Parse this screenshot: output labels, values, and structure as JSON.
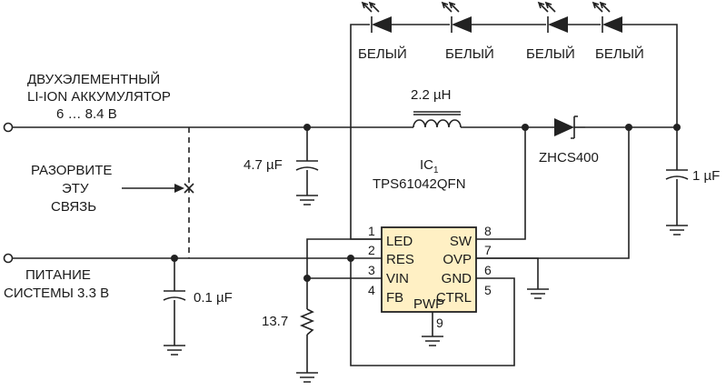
{
  "inputs": {
    "battery_line1": "ДВУХЭЛЕМЕНТНЫЙ",
    "battery_line2": "LI-ION АККУМУЛЯТОР",
    "battery_voltage": "6 … 8.4 В",
    "system_line1": "ПИТАНИЕ",
    "system_line2": "СИСТЕМЫ 3.3 В"
  },
  "note": {
    "line1": "РАЗОРВИТЕ",
    "line2": "ЭТУ",
    "line3": "СВЯЗЬ"
  },
  "leds": [
    {
      "label": "БЕЛЫЙ"
    },
    {
      "label": "БЕЛЫЙ"
    },
    {
      "label": "БЕЛЫЙ"
    },
    {
      "label": "БЕЛЫЙ"
    }
  ],
  "components": {
    "inductor": "2.2 µH",
    "cap_in": "4.7 µF",
    "cap_out": "1 µF",
    "cap_sys": "0.1 µF",
    "resistor": "13.7",
    "diode": "ZHCS400"
  },
  "ic": {
    "designator": "IC",
    "designator_sub": "1",
    "part": "TPS61042QFN",
    "pwp": "PWP",
    "pwp_pin": "9",
    "left_pins": [
      {
        "num": "1",
        "name": "LED"
      },
      {
        "num": "2",
        "name": "RES"
      },
      {
        "num": "3",
        "name": "VIN"
      },
      {
        "num": "4",
        "name": "FB"
      }
    ],
    "right_pins": [
      {
        "num": "8",
        "name": "SW"
      },
      {
        "num": "7",
        "name": "OVP"
      },
      {
        "num": "6",
        "name": "GND"
      },
      {
        "num": "5",
        "name": "CTRL"
      }
    ]
  }
}
